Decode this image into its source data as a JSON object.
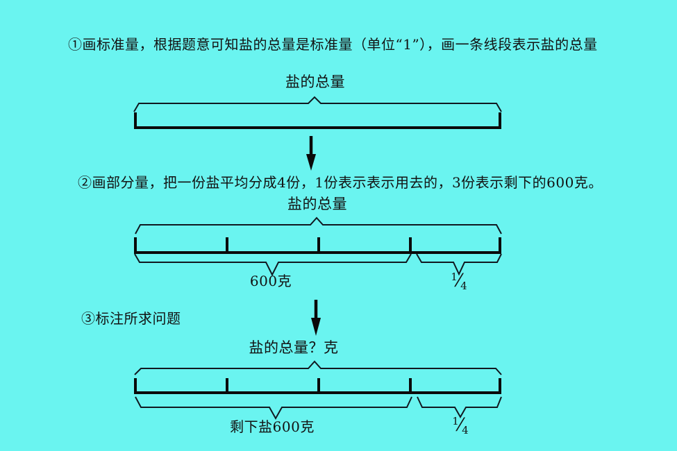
{
  "colors": {
    "background": "#6AF4F0",
    "line": "#101820",
    "text": "#121212"
  },
  "steps": [
    {
      "text": "①画标准量，根据题意可知盐的总量是标准量（单位“1”），画一条线段表示盐的总量"
    },
    {
      "text": "②画部分量，把一份盐平均分成4份，1份表示表示用去的，3份表示剩下的600克。"
    },
    {
      "text": "③标注所求问题"
    }
  ],
  "diagram1": {
    "title": "盐的总量"
  },
  "diagram2": {
    "title": "盐的总量",
    "remaining_label": "600克",
    "fraction": {
      "numerator": "1",
      "slash": "⁄",
      "denominator": "4"
    }
  },
  "diagram3": {
    "title": "盐的总量？克",
    "remaining_label": "剩下盐600克",
    "fraction": {
      "numerator": "1",
      "slash": "⁄",
      "denominator": "4"
    }
  }
}
